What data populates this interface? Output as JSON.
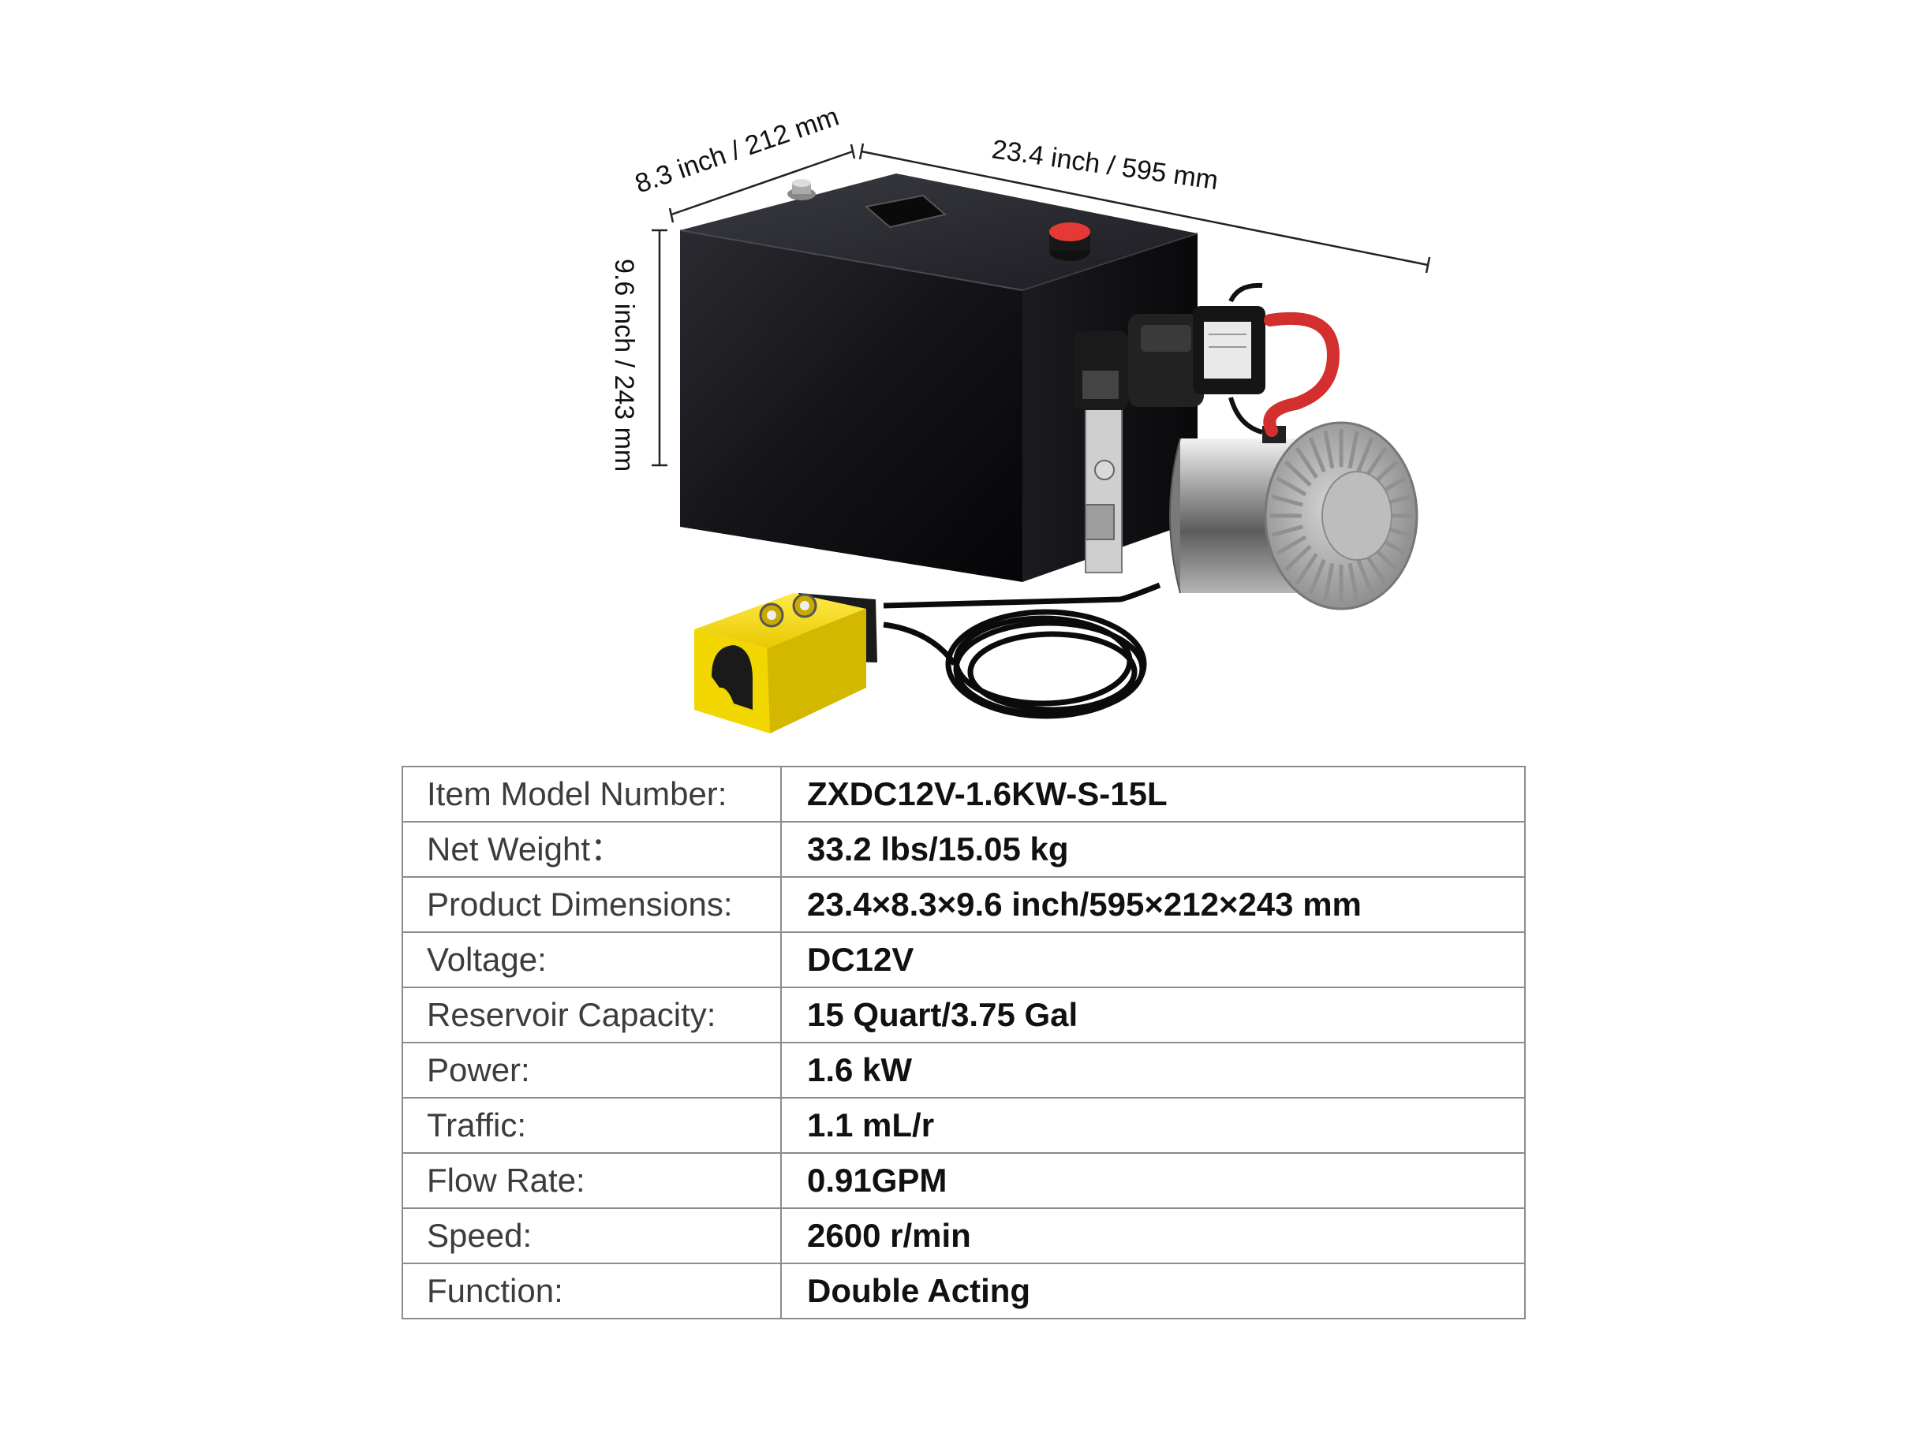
{
  "dimensions": {
    "depth_label": "8.3 inch / 212 mm",
    "length_label": "23.4 inch / 595 mm",
    "height_label": "9.6 inch / 243 mm"
  },
  "specs": [
    {
      "label": "Item Model Number:",
      "value": "ZXDC12V-1.6KW-S-15L"
    },
    {
      "label": "Net Weight：",
      "value": "33.2 lbs/15.05 kg"
    },
    {
      "label": "Product Dimensions:",
      "value": "23.4×8.3×9.6 inch/595×212×243 mm"
    },
    {
      "label": "Voltage:",
      "value": "DC12V"
    },
    {
      "label": "Reservoir Capacity:",
      "value": "15 Quart/3.75 Gal"
    },
    {
      "label": "Power:",
      "value": "1.6 kW"
    },
    {
      "label": "Traffic:",
      "value": "1.1 mL/r"
    },
    {
      "label": "Flow Rate:",
      "value": "0.91GPM"
    },
    {
      "label": "Speed:",
      "value": "2600 r/min"
    },
    {
      "label": "Function:",
      "value": "Double Acting"
    }
  ],
  "colors": {
    "tank": "#111114",
    "remote": "#f2d600",
    "cap": "#e53935",
    "wire_red": "#d32f2f",
    "motor": "#b8b8b8",
    "table_border": "#8c8c8c"
  },
  "icons": [
    "hydraulic-pump-unit",
    "remote-control-pendant"
  ]
}
